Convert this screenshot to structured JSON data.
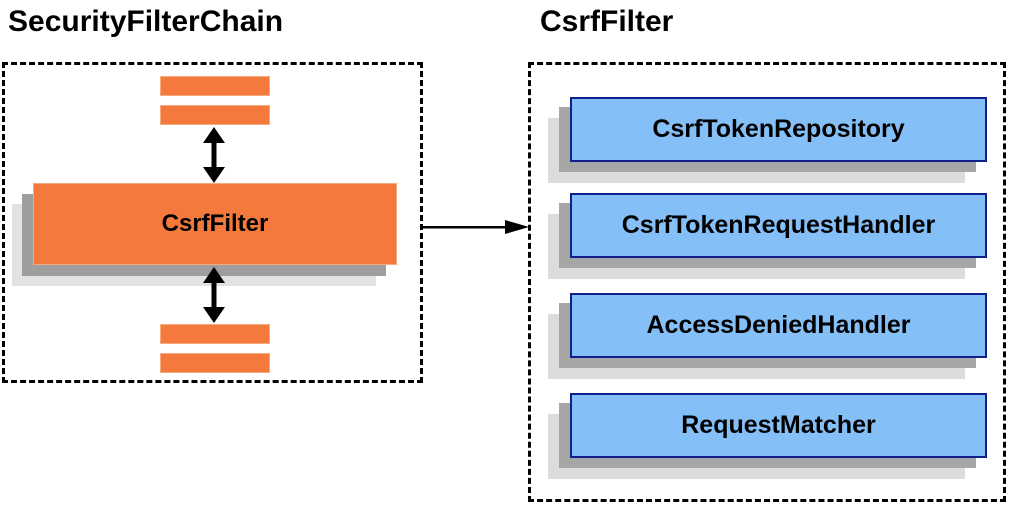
{
  "left_panel": {
    "title": "SecurityFilterChain",
    "node_label": "CsrfFilter"
  },
  "right_panel": {
    "title": "CsrfFilter",
    "components": [
      "CsrfTokenRepository",
      "CsrfTokenRequestHandler",
      "AccessDeniedHandler",
      "RequestMatcher"
    ]
  },
  "colors": {
    "orange_fill": "#f4793c",
    "orange_border": "#f8a87e",
    "blue_fill": "#85bff7",
    "blue_border": "#10208a",
    "shadow_dark": "#9e9e9e",
    "shadow_light": "#e0e0e0",
    "arrow": "#000000",
    "dashed_border": "#000000",
    "background": "#ffffff"
  }
}
